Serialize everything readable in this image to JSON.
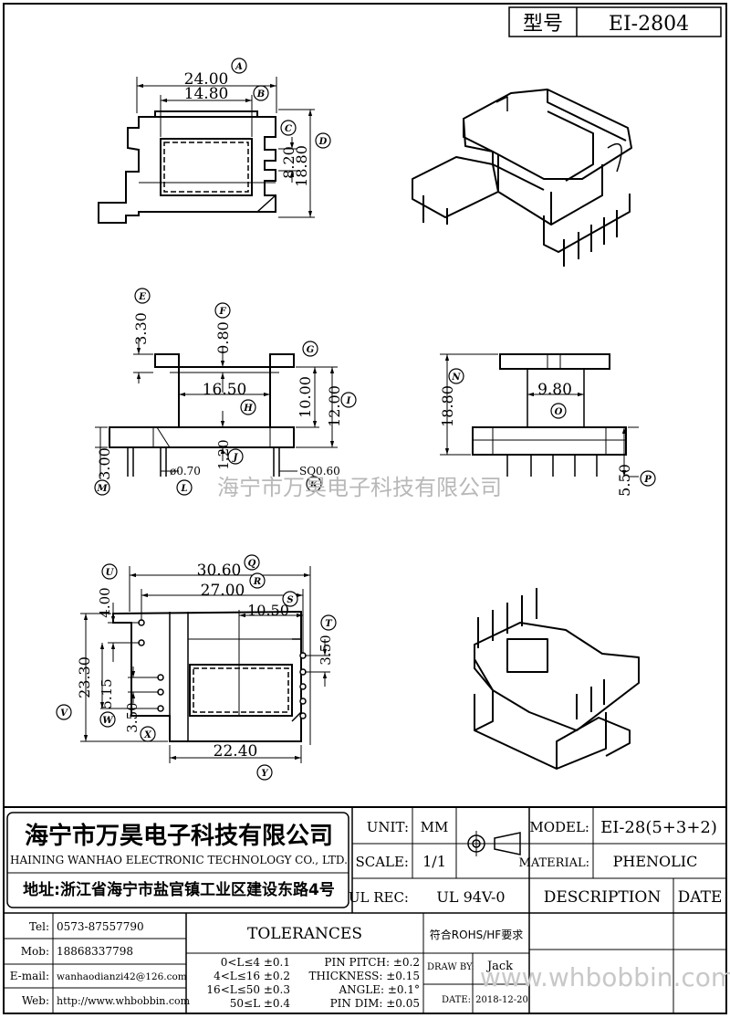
{
  "header": {
    "label": "型号",
    "model": "EI-2804"
  },
  "dims": {
    "d1": "24.00",
    "d2": "14.80",
    "d3": "8.20",
    "d4": "18.80",
    "d5": "3.30",
    "d6": "0.80",
    "d7": "16.50",
    "d8": "10.00",
    "d9": "12.00",
    "d10": "3.00",
    "d11": "ø0.70",
    "d12": "1.20",
    "d13": "SQ0.60",
    "d14": "18.80",
    "d15": "9.80",
    "d16": "5.50",
    "d17": "30.60",
    "d18": "27.00",
    "d19": "10.50",
    "d20": "4.00",
    "d21": "23.30",
    "d22": "3.50",
    "d23": "5.15",
    "d24": "3.50",
    "d25": "22.40"
  },
  "letters": [
    "A",
    "B",
    "C",
    "D",
    "E",
    "F",
    "G",
    "H",
    "I",
    "J",
    "L",
    "M",
    "N",
    "O",
    "P",
    "Q",
    "R",
    "S",
    "T",
    "U",
    "V",
    "W",
    "X",
    "Y",
    "K"
  ],
  "watermark": "海宁市万昊电子科技有限公司",
  "company": {
    "name_cn": "海宁市万昊电子科技有限公司",
    "name_en": "HAINING WANHAO ELECTRONIC TECHNOLOGY CO., LTD.",
    "address": "地址:浙江省海宁市盐官镇工业区建设东路4号"
  },
  "titleblock": {
    "unit_label": "UNIT:",
    "unit_value": "MM",
    "scale_label": "SCALE:",
    "scale_value": "1/1",
    "ulrec_label": "UL REC:",
    "ulrec_value": "UL 94V-0",
    "model_label": "MODEL:",
    "model_value": "EI-28(5+3+2)",
    "material_label": "MATERIAL:",
    "material_value": "PHENOLIC",
    "description_label": "DESCRIPTION",
    "date_label": "DATE",
    "tolerances_label": "TOLERANCES",
    "rohs": "符合ROHS/HF要求",
    "drawby_label": "DRAW BY:",
    "drawby_value": "Jack",
    "date2_label": "DATE:",
    "date2_value": "2018-12-20"
  },
  "contacts": [
    {
      "label": "Tel:",
      "value": "0573-87557790"
    },
    {
      "label": "Mob:",
      "value": "18868337798"
    },
    {
      "label": "E-mail:",
      "value": "wanhaodianzi42@126.com"
    },
    {
      "label": "Web:",
      "value": "http://www.whbobbin.com"
    }
  ],
  "tolerances": [
    "0<L≤4  ±0.1",
    "4<L≤16  ±0.2",
    "16<L≤50  ±0.3",
    "50≤L  ±0.4"
  ],
  "tolerances2": [
    "PIN PITCH: ±0.2",
    "THICKNESS: ±0.15",
    "ANGLE: ±0.1°",
    "PIN DIM: ±0.05"
  ],
  "website_watermark": "www.whbobbin.com"
}
